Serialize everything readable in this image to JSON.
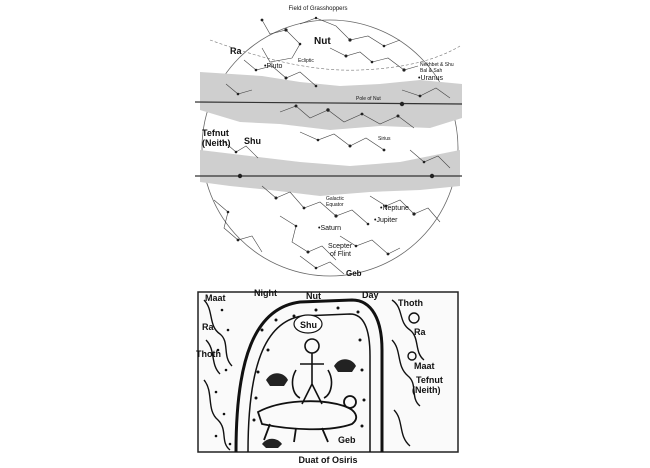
{
  "top_map": {
    "title": "Field of Grasshoppers",
    "labels": {
      "nut": "Nut",
      "ra": "Ra",
      "pluto": "•Pluto",
      "tefnut": "Tefnut\n(Neith)",
      "shu": "Shu",
      "neptune": "•Neptune",
      "jupiter": "•Jupiter",
      "saturn": "•Saturn",
      "scepter": "Scepter\nof Flint",
      "geb": "Geb",
      "uranus": "•Uranus",
      "nekhbet": "Nekhbet & Shu\nBal & Sah",
      "ecliptic": "Ecliptic",
      "sirius": "Sirius",
      "galactic_equator": "Galactic\nEquator",
      "pole": "Pole of Nut"
    }
  },
  "bottom_vignette": {
    "labels": {
      "maat_top": "Maat",
      "night": "Night",
      "nut": "Nut",
      "day": "Day",
      "thoth_top_right": "Thoth",
      "ra_left": "Ra",
      "shu": "Shu",
      "ra_right": "Ra",
      "thoth_left": "Thoth",
      "maat_right": "Maat",
      "tefnut": "Tefnut\n(Neith)",
      "geb": "Geb",
      "caption": "Duat of Osiris"
    }
  }
}
